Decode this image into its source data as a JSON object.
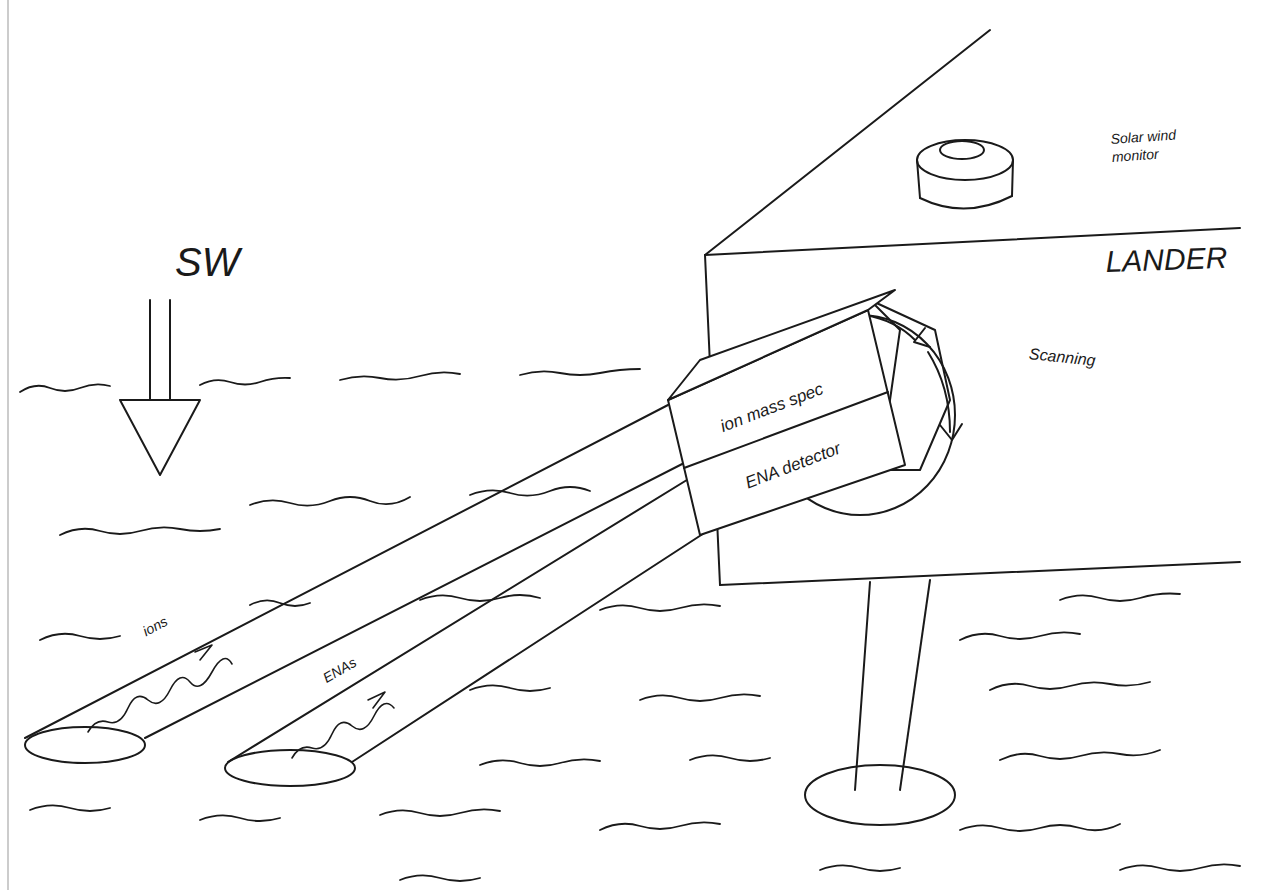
{
  "diagram": {
    "nodes": [
      {
        "text": [
          "ion mass spec"
        ]
      },
      {
        "text": [
          "ENA detector"
        ]
      }
    ],
    "labels": [
      "SW",
      "LANDER",
      "Solar wind monitor",
      "Scanning",
      "ions",
      "ENAs"
    ]
  }
}
